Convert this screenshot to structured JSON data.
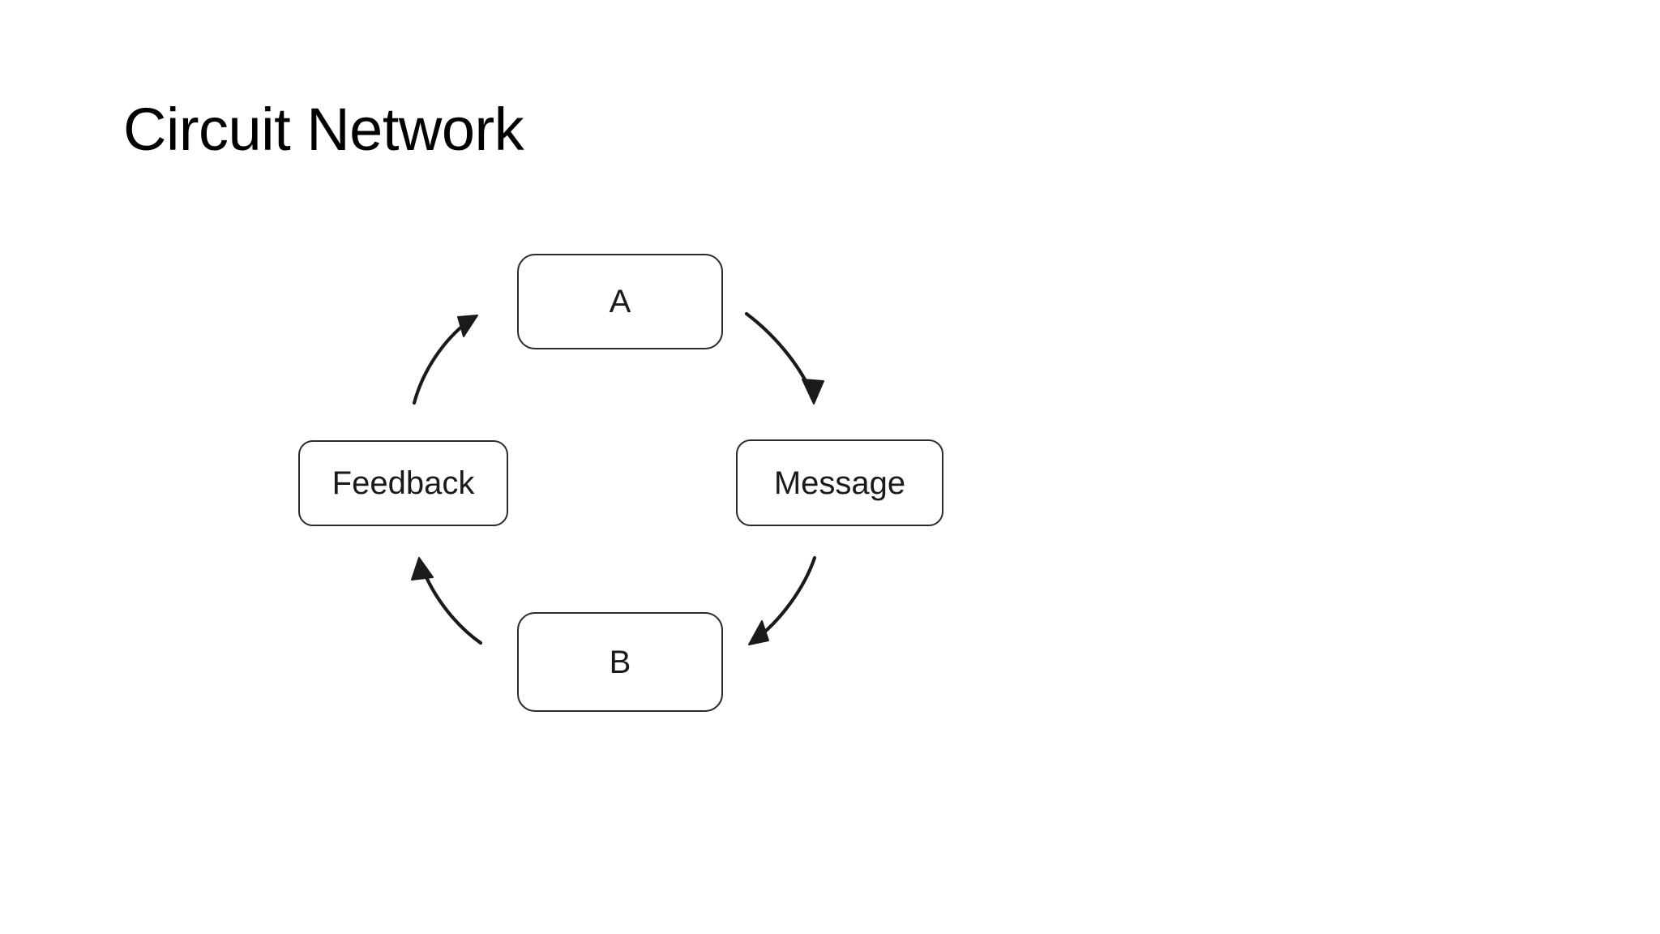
{
  "slide": {
    "title": "Circuit Network",
    "background_color": "#ffffff",
    "text_color": "#000000"
  },
  "diagram": {
    "type": "cycle",
    "stroke_color": "#2b2b2b",
    "nodes": [
      {
        "id": "a",
        "label": "A",
        "position": "top"
      },
      {
        "id": "message",
        "label": "Message",
        "position": "right"
      },
      {
        "id": "b",
        "label": "B",
        "position": "bottom"
      },
      {
        "id": "feedback",
        "label": "Feedback",
        "position": "left"
      }
    ],
    "edges": [
      {
        "from": "a",
        "to": "message",
        "style": "curved-arrow"
      },
      {
        "from": "message",
        "to": "b",
        "style": "curved-arrow"
      },
      {
        "from": "b",
        "to": "feedback",
        "style": "curved-arrow"
      },
      {
        "from": "feedback",
        "to": "a",
        "style": "curved-arrow"
      }
    ]
  }
}
